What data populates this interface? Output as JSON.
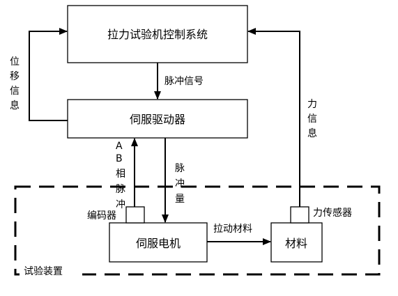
{
  "boxes": {
    "control_system": "拉力试验机控制系统",
    "servo_driver": "伺服驱动器",
    "servo_motor": "伺服电机",
    "material": "材料"
  },
  "labels": {
    "pulse_signal": "脉冲信号",
    "displacement_info": [
      "位",
      "移",
      "信",
      "息"
    ],
    "force_info": [
      "力",
      "信",
      "息"
    ],
    "ab_phase_pulse": [
      "A",
      "B",
      "相",
      "脉",
      "冲"
    ],
    "pulse_quantity": [
      "脉",
      "冲",
      "量"
    ],
    "encoder": "编码器",
    "force_sensor": "力传感器",
    "pull_material": "拉动材料",
    "test_device": "试验装置"
  }
}
